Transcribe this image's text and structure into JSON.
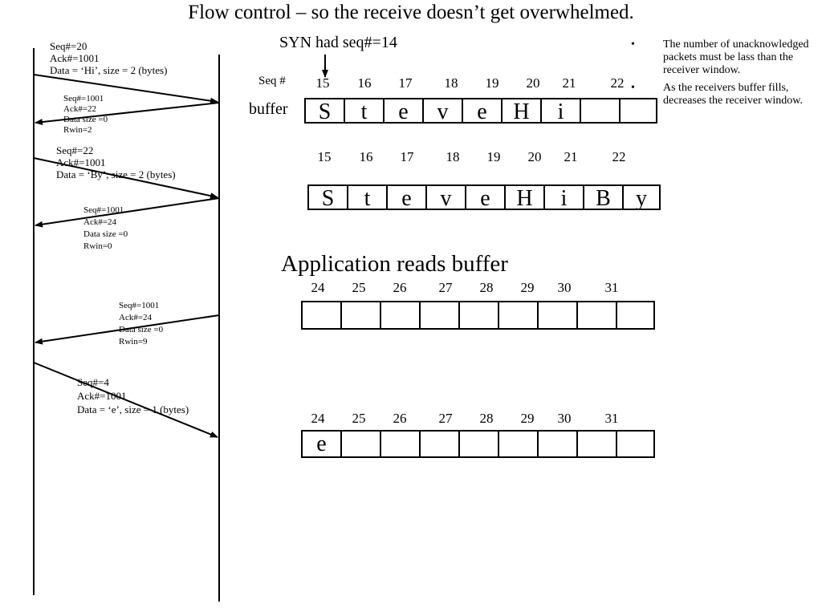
{
  "title": "Flow control – so the receive doesn’t get overwhelmed.",
  "syn_note": "SYN had seq#=14",
  "seq_label": "Seq #",
  "buffer_label": "buffer",
  "app_reads": "Application reads buffer",
  "bullets": [
    [
      "The number of unacknowledged",
      "packets must be lass than the",
      "receiver window."
    ],
    [
      "As the receivers buffer fills,",
      "decreases the receiver window."
    ]
  ],
  "messages": [
    [
      "Seq#=20",
      "Ack#=1001",
      "Data = ‘Hi’, size = 2 (bytes)"
    ],
    [
      "Seq#=1001",
      "Ack#=22",
      "Data size =0",
      "Rwin=2"
    ],
    [
      "Seq#=22",
      "Ack#=1001",
      "Data = ‘By’, size = 2 (bytes)"
    ],
    [
      "Seq#=1001",
      "Ack#=24",
      "Data size =0",
      "Rwin=0"
    ],
    [
      "Seq#=1001",
      "Ack#=24",
      "Data size =0",
      "Rwin=9"
    ],
    [
      "Seq#=4",
      "Ack#=1001",
      "Data = ‘e’, size = 1 (bytes)"
    ]
  ],
  "buffers": [
    {
      "seq_numbers": [
        "15",
        "16",
        "17",
        "18",
        "19",
        "20",
        "21",
        "22"
      ],
      "cells": [
        "S",
        "t",
        "e",
        "v",
        "e",
        "H",
        "i",
        "",
        ""
      ]
    },
    {
      "seq_numbers": [
        "15",
        "16",
        "17",
        "18",
        "19",
        "20",
        "21",
        "22"
      ],
      "cells": [
        "S",
        "t",
        "e",
        "v",
        "e",
        "H",
        "i",
        "B",
        "y"
      ]
    },
    {
      "seq_numbers": [
        "24",
        "25",
        "26",
        "27",
        "28",
        "29",
        "30",
        "31"
      ],
      "cells": [
        "",
        "",
        "",
        "",
        "",
        "",
        "",
        "",
        ""
      ]
    },
    {
      "seq_numbers": [
        "24",
        "25",
        "26",
        "27",
        "28",
        "29",
        "30",
        "31"
      ],
      "cells": [
        "e",
        "",
        "",
        "",
        "",
        "",
        "",
        "",
        ""
      ]
    }
  ]
}
